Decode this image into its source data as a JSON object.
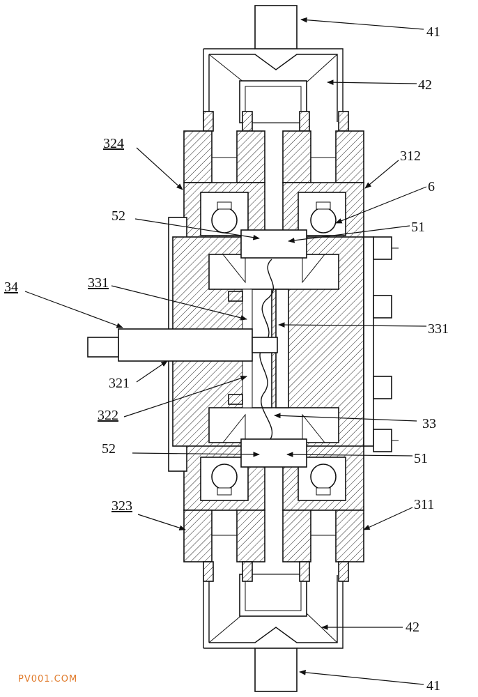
{
  "labels": {
    "l41_top": "41",
    "l42_top": "42",
    "l324": "324",
    "l312": "312",
    "l6": "6",
    "l52_top": "52",
    "l51_top": "51",
    "l34": "34",
    "l331_left": "331",
    "l331_right": "331",
    "l321": "321",
    "l322": "322",
    "l33": "33",
    "l52_bottom": "52",
    "l51_bottom": "51",
    "l323": "323",
    "l311": "311",
    "l42_bottom": "42",
    "l41_bottom": "41"
  },
  "watermark": "PV001.COM"
}
